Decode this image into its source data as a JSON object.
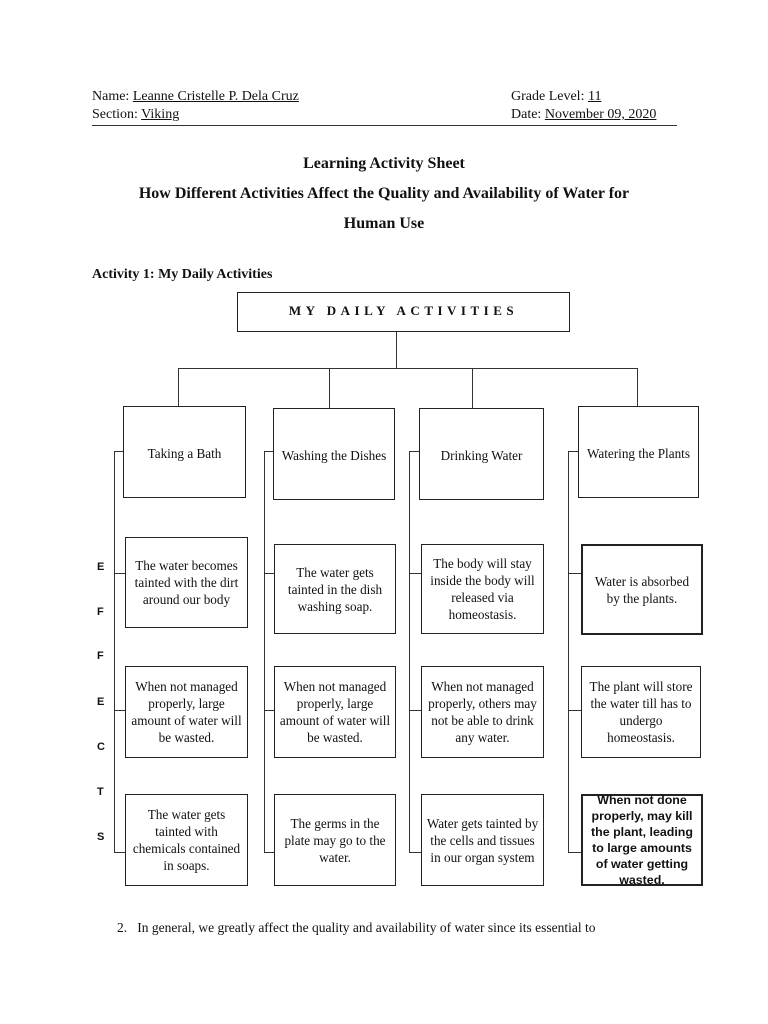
{
  "header": {
    "name_label": "Name:",
    "name_value": "Leanne Cristelle P. Dela Cruz",
    "section_label": "Section:",
    "section_value": "Viking",
    "grade_label": "Grade Level:",
    "grade_value": "11",
    "date_label": "Date:",
    "date_value": "November 09, 2020"
  },
  "title": {
    "line1": "Learning Activity Sheet",
    "line2": "How Different Activities Affect the Quality and Availability of Water for",
    "line3": "Human Use"
  },
  "activity_heading": "Activity 1: My Daily Activities",
  "diagram": {
    "root": "MY DAILY ACTIVITIES",
    "effects_letters": [
      "E",
      "F",
      "F",
      "E",
      "C",
      "T",
      "S"
    ],
    "columns": [
      {
        "activity": "Taking a Bath",
        "effects": [
          "The water becomes tainted with the dirt around our body",
          "When not managed properly, large amount of water will be wasted.",
          "The water gets tainted with chemicals contained in soaps."
        ]
      },
      {
        "activity": "Washing the Dishes",
        "effects": [
          "The water gets tainted in the dish washing soap.",
          "When not managed properly, large amount of water will be wasted.",
          "The germs in the plate may go to the water."
        ]
      },
      {
        "activity": "Drinking Water",
        "effects": [
          "The body will stay inside the body will released via homeostasis.",
          "When not managed properly, others may not be able to drink any water.",
          "Water gets tainted by the cells and tissues in our organ system"
        ]
      },
      {
        "activity": "Watering the Plants",
        "effects": [
          "Water is absorbed by the plants.",
          "The plant will store the water till has to undergo homeostasis.",
          "When not done properly, may kill the plant, leading to large amounts of water getting wasted."
        ]
      }
    ]
  },
  "footer": {
    "number": "2.",
    "text": "In general, we greatly affect the quality and availability of water since its essential to"
  }
}
